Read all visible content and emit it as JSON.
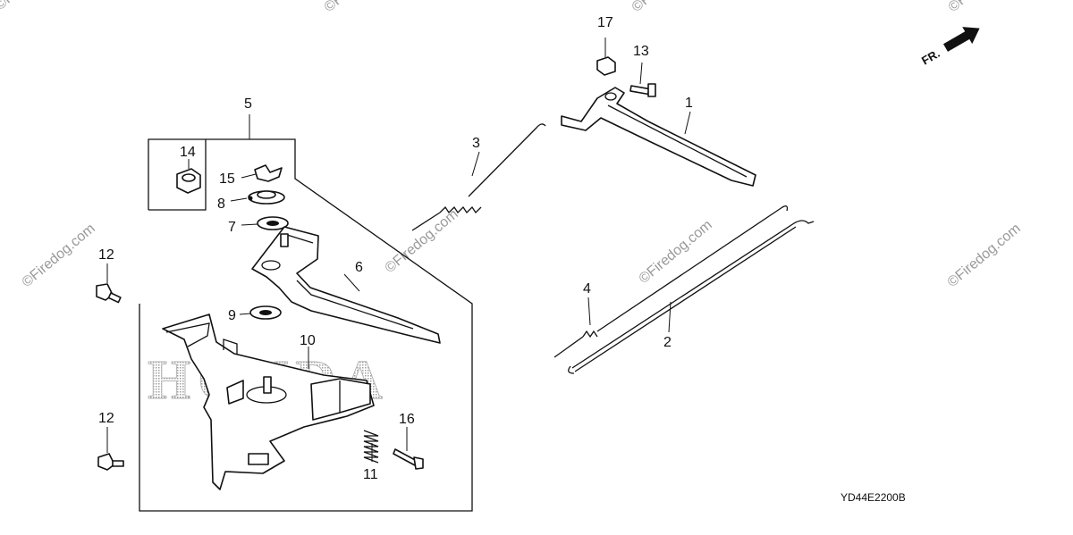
{
  "watermark": "©Firedog.com",
  "brand_text": "HONDA",
  "direction_label": "FR.",
  "diagram_code": "YD44E2200B",
  "callouts": {
    "c1": "1",
    "c2": "2",
    "c3": "3",
    "c4": "4",
    "c5": "5",
    "c6": "6",
    "c7": "7",
    "c8": "8",
    "c9": "9",
    "c10": "10",
    "c11": "11",
    "c12a": "12",
    "c12b": "12",
    "c13": "13",
    "c14": "14",
    "c15": "15",
    "c16": "16",
    "c17": "17"
  },
  "colors": {
    "line": "#111111",
    "watermark": "#9a9a9a",
    "brand_fill": "#c8c8c8"
  }
}
